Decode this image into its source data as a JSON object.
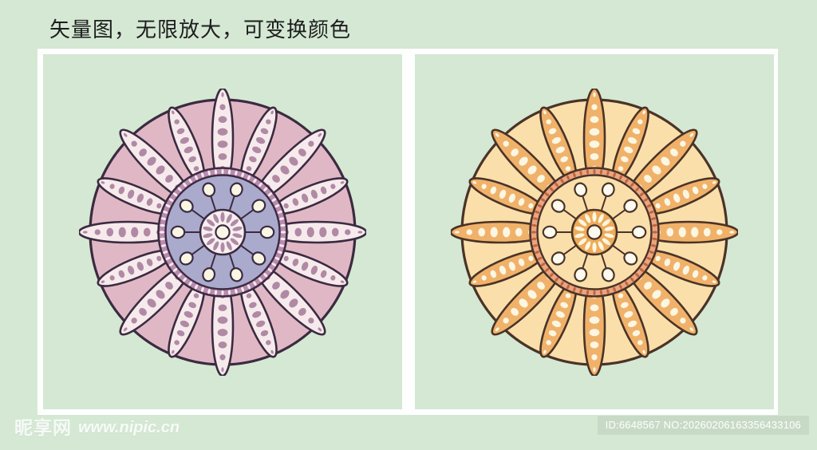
{
  "page": {
    "background_color": "#d4e8d3",
    "title": "矢量图，无限放大，可变换颜色"
  },
  "frame": {
    "border_color": "#ffffff",
    "panel_count": 2
  },
  "artworks": [
    {
      "name": "mandala-flower-pink",
      "panel": "left",
      "outline_color": "#3b2b40",
      "disc_fill": "#e0b8c5",
      "leaf_fill": "#f7eaec",
      "leaf_dash_fill": "#b08aa4",
      "leaf_count": 16,
      "ring_band_fill": "#b98bb0",
      "ring_dash_fill": "#f7eaec",
      "inner_disc_fill": "#aaaacd",
      "node_count": 10,
      "node_fill": "#fbf6e4",
      "center_fill": "#f7eff0",
      "center_dash_fill": "#b08aa4",
      "center_dash_count": 14,
      "center_dot_fill": "#fbf6e4"
    },
    {
      "name": "mandala-flower-orange",
      "panel": "right",
      "outline_color": "#4a3327",
      "disc_fill": "#fadfab",
      "leaf_fill": "#f0b26a",
      "leaf_dash_fill": "#fdf6e2",
      "leaf_count": 16,
      "ring_band_fill": "#e8a681",
      "ring_dash_fill": "#c5643c",
      "inner_disc_fill": "#fadfab",
      "node_count": 10,
      "node_fill": "#fdfaf0",
      "center_fill": "#eda košice",
      "center_disc_fill": "#eeab58",
      "center_dash_fill": "#fdf6e2",
      "center_dash_count": 14,
      "center_dot_fill": "#fdfaf0"
    }
  ],
  "watermark": {
    "logo": "昵享网",
    "url": "www.nipic.cn",
    "id_text": "ID:6648567 NO:20260206163356433106"
  }
}
